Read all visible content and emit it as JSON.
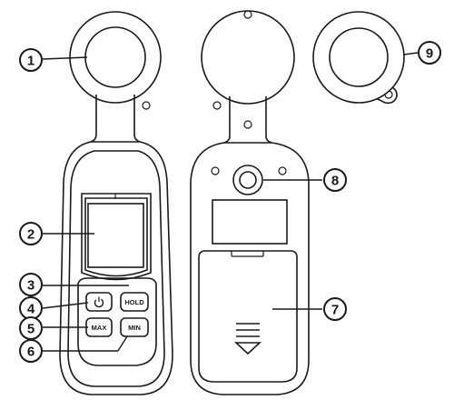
{
  "buttons": {
    "hold": "HOLD",
    "max": "MAX",
    "min": "MIN",
    "power_icon": "power-icon"
  },
  "callouts": [
    "1",
    "2",
    "3",
    "4",
    "5",
    "6",
    "7",
    "8",
    "9"
  ]
}
